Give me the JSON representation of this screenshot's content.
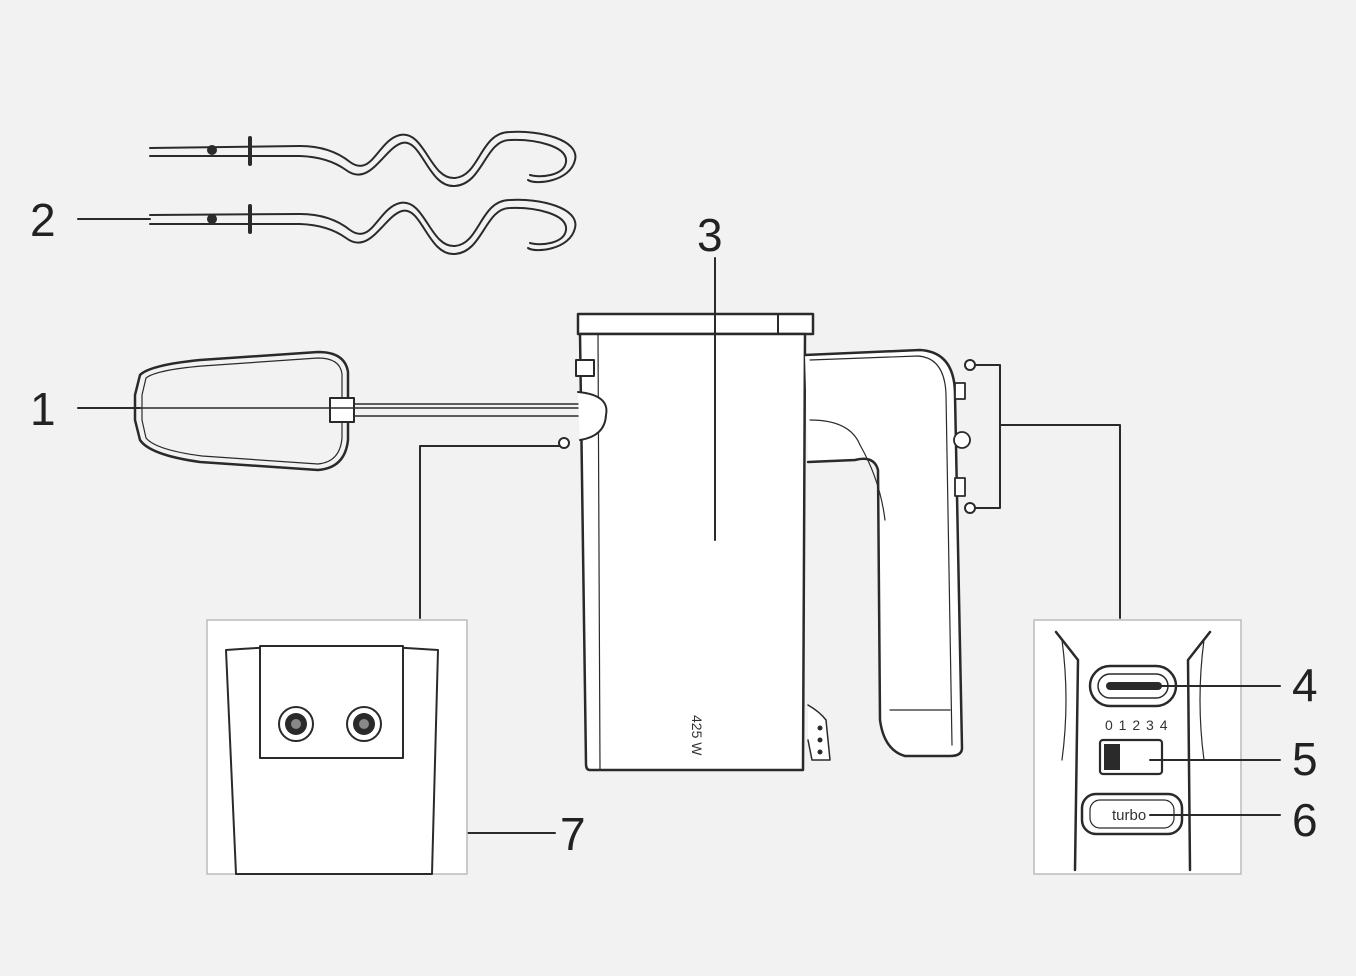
{
  "callouts": {
    "c1": "1",
    "c2": "2",
    "c3": "3",
    "c4": "4",
    "c5": "5",
    "c6": "6",
    "c7": "7"
  },
  "body_marking": "425 W",
  "speed_scale": "0 1 2 3 4",
  "turbo_label": "turbo",
  "colors": {
    "line": "#2a2a2a",
    "background": "#f2f2f2",
    "panel": "#ffffff"
  }
}
